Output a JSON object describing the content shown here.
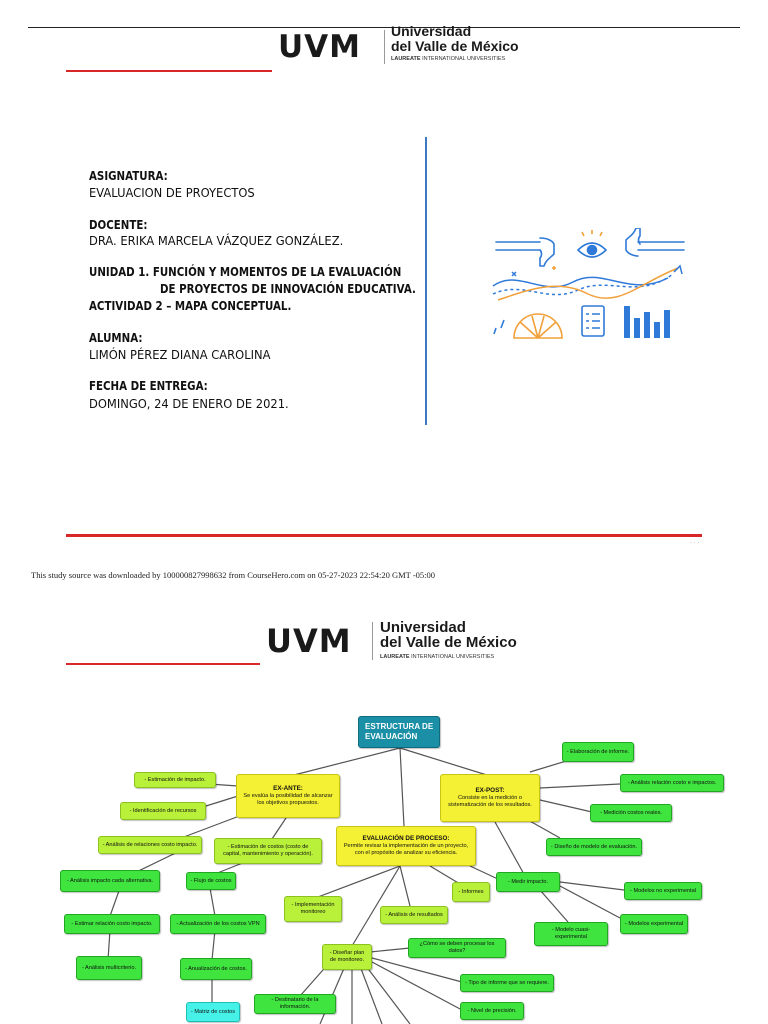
{
  "page1": {
    "logo": {
      "brand": "UVM",
      "name_line1": "Universidad",
      "name_line2": "del Valle de México",
      "sub_bold": "LAUREATE",
      "sub_rest": " INTERNATIONAL UNIVERSITIES"
    },
    "fields": {
      "asignatura_label": "ASIGNATURA:",
      "asignatura_value": "EVALUACION DE PROYECTOS",
      "docente_label": "DOCENTE:",
      "docente_value": "DRA. ERIKA MARCELA VÁZQUEZ GONZÁLEZ.",
      "unidad_line1": "UNIDAD 1. FUNCIÓN Y MOMENTOS DE LA EVALUACIÓN",
      "unidad_line2": "DE PROYECTOS DE INNOVACIÓN EDUCATIVA.",
      "actividad": "ACTIVIDAD 2 – MAPA CONCEPTUAL.",
      "alumna_label": "ALUMNA:",
      "alumna_value": "LIMÓN PÉREZ DIANA CAROLINA",
      "fecha_label": "FECHA DE ENTREGA:",
      "fecha_value": "DOMINGO, 24 DE ENERO DE 2021."
    },
    "page_mark": "· · ·"
  },
  "footer": {
    "source": "This study source was downloaded by 100000827998632 from CourseHero.com on 05-27-2023 22:54:20 GMT -05:00"
  },
  "page2": {
    "logo": {
      "brand": "UVM",
      "name_line1": "Universidad",
      "name_line2": "del Valle de México",
      "sub_bold": "LAUREATE",
      "sub_rest": " INTERNATIONAL UNIVERSITIES"
    },
    "map": {
      "root": "ESTRUCTURA DE EVALUACIÓN",
      "exante_title": "EX-ANTE:",
      "exante_desc": "Se evalúa la posibilidad de alcanzar los objetivos propuestos.",
      "expost_title": "EX-POST:",
      "expost_desc": "Consiste en la medición o sistematización de los resultados.",
      "proceso_title": "EVALUACIÓN DE PROCESO:",
      "proceso_desc": "Permite revisar la implementación de un proyecto, con el propósito de analizar su eficiencia.",
      "exante_items": [
        "- Estimación de impacto.",
        "- Identificación de recursos",
        "- Análisis de relaciones costo impacto.",
        "- Estimación de costos (costo de capital, mantenimiento y operación)."
      ],
      "impacto_chain": [
        "- Análisis impacto cada alternativa.",
        "- Estimar relación costo impacto.",
        "- Análisis multicriterio."
      ],
      "costos_chain": [
        "- Flujo de costos",
        "- Actualización de los costos VPN",
        "- Anualización de costos.",
        "- Matriz de costos"
      ],
      "expost_items": [
        "- Elaboración de informe.",
        "- Análisis relación costo e impactos.",
        "- Medición costos reales.",
        "- Diseño de modelo de evaluación.",
        "- Medir impacto."
      ],
      "impacto_models": [
        "- Modelos no experimental",
        "- Modelos experimental",
        "- Modelo cuasi-experimental"
      ],
      "proceso_items": [
        "- Implementación monitoreo",
        "- Análisis de resultados",
        "- Informes",
        "- Diseñar plan de monitoreo."
      ],
      "monitoreo_items": [
        "¿Cómo se deben procesar los datos?",
        "- Tipo de informe que se requiere.",
        "- Nivel de precisión.",
        "- Destinatario de la información."
      ]
    }
  },
  "colors": {
    "rule_red": "#d92727",
    "divider_blue": "#3b78c4",
    "node_green": "#3fe43f",
    "node_lime": "#b8f03a",
    "node_yellow": "#f4f034",
    "node_cyan": "#46f2e8",
    "node_teal": "#1a8fa6",
    "icon_blue": "#2f7ad9",
    "icon_orange": "#f2a03a"
  }
}
